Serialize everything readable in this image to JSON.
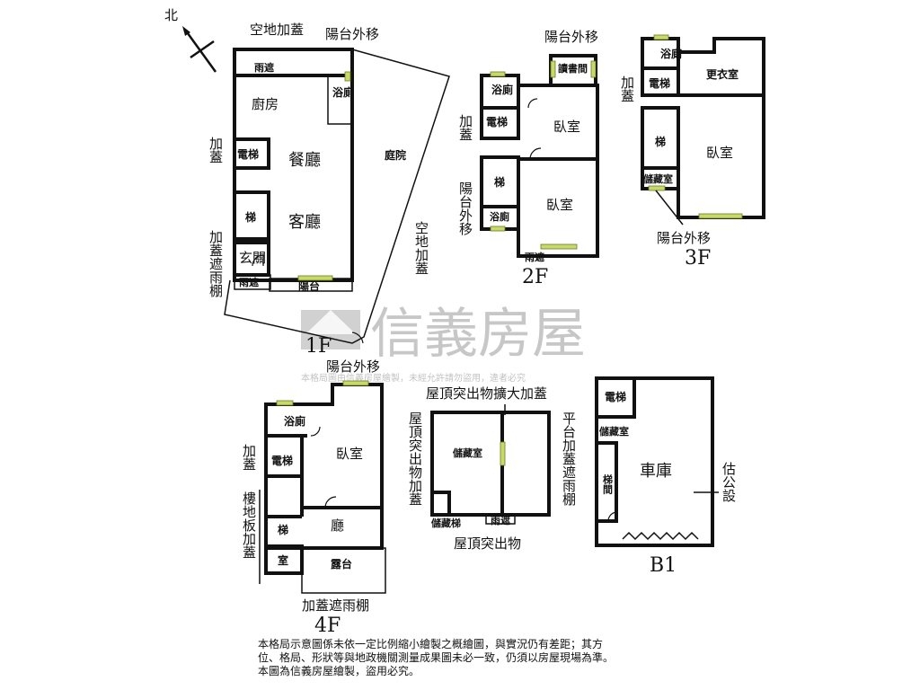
{
  "compass": {
    "north": "北"
  },
  "floor_tags": {
    "f1": "1F",
    "f2": "2F",
    "f3": "3F",
    "f4": "4F",
    "b1": "B1"
  },
  "f1": {
    "top_label": "空地加蓋",
    "balcony_move": "陽台外移",
    "awning_top": "雨遮",
    "kitchen": "廚房",
    "bath": "浴廁",
    "dining": "餐廳",
    "living": "客廳",
    "elevator": "電梯",
    "stairs": "梯",
    "foyer": "玄關",
    "awning_bottom": "雨遮",
    "balcony": "陽台",
    "courtyard": "庭院",
    "side_add": "加蓋",
    "rain_shed": "加蓋遮雨棚",
    "yard_add": "空地加蓋"
  },
  "f2": {
    "balcony_move_top": "陽台外移",
    "study": "讀書間",
    "bath_top": "浴廁",
    "add": "加蓋",
    "elevator": "電梯",
    "bedroom_1": "臥室",
    "stairs": "梯",
    "bath_bottom": "浴廁",
    "bedroom_2": "臥室",
    "balcony_move_side": "陽台外移",
    "awning": "雨遮"
  },
  "f3": {
    "bath": "浴廁",
    "closet": "更衣室",
    "add": "加蓋",
    "elevator": "電梯",
    "stairs": "梯",
    "bedroom": "臥室",
    "storage": "儲藏室",
    "balcony_move": "陽台外移"
  },
  "f4": {
    "balcony_move": "陽台外移",
    "bath": "浴廁",
    "add": "加蓋",
    "elevator": "電梯",
    "bedroom": "臥室",
    "floor_slab": "樓地板加蓋",
    "stairs": "梯",
    "hall": "廳",
    "room": "室",
    "terrace": "露台",
    "rain_shed": "加蓋遮雨棚"
  },
  "roof": {
    "title": "屋頂突出物擴大加蓋",
    "side_left": "屋頂突出物加蓋",
    "side_right": "平台加蓋遮雨棚",
    "storage": "儲藏室",
    "storage_stairs": "儲藏梯",
    "awning": "雨遮",
    "caption": "屋頂突出物"
  },
  "b1": {
    "elevator": "電梯",
    "storage": "儲藏室",
    "stairwell": "梯間",
    "garage": "車庫",
    "estimate": "估公設"
  },
  "watermark": {
    "brand": "信義房屋",
    "notice": "本格局圖由信義房屋繪製，未經允許請勿盜用，違者必究"
  },
  "notes": {
    "line1": "本格局示意圖係未依一定比例縮小繪製之概繪圖，與實況仍有差距；其方",
    "line2": "位、格局、形狀等與地政機關測量成果圖未必一致，仍須以房屋現場為準。",
    "line3": "本圖為信義房屋繪製，盜用必究。"
  }
}
